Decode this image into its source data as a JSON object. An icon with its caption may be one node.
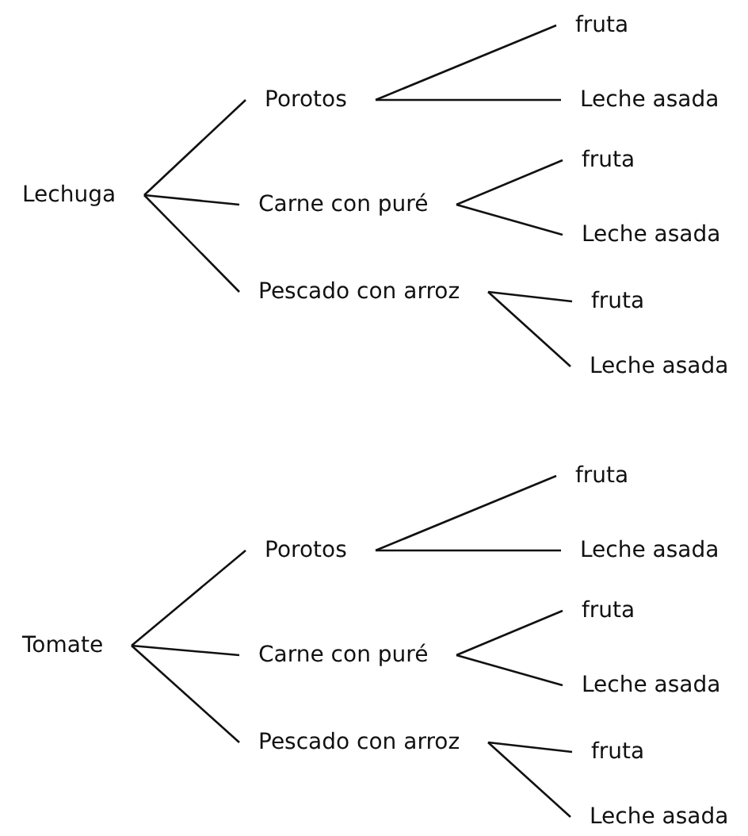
{
  "diagram": {
    "nodes": [
      {
        "text": [
          "Lechuga"
        ]
      },
      {
        "text": [
          "Porotos"
        ]
      },
      {
        "text": [
          "fruta"
        ]
      },
      {
        "text": [
          "Leche asada"
        ]
      },
      {
        "text": [
          "Carne con puré"
        ]
      },
      {
        "text": [
          "fruta"
        ]
      },
      {
        "text": [
          "Leche asada"
        ]
      },
      {
        "text": [
          "Pescado con arroz"
        ]
      },
      {
        "text": [
          "fruta"
        ]
      },
      {
        "text": [
          "Leche asada"
        ]
      },
      {
        "text": [
          "Tomate"
        ]
      },
      {
        "text": [
          "Porotos"
        ]
      },
      {
        "text": [
          "fruta"
        ]
      },
      {
        "text": [
          "Leche asada"
        ]
      },
      {
        "text": [
          "Carne con puré"
        ]
      },
      {
        "text": [
          "fruta"
        ]
      },
      {
        "text": [
          "Leche asada"
        ]
      },
      {
        "text": [
          "Pescado con arroz"
        ]
      },
      {
        "text": [
          "fruta"
        ]
      },
      {
        "text": [
          "Leche asada"
        ]
      }
    ],
    "edges": [
      {
        "from": 0,
        "to": 1,
        "arrow": "none"
      },
      {
        "from": 0,
        "to": 4,
        "arrow": "none"
      },
      {
        "from": 0,
        "to": 7,
        "arrow": "none"
      },
      {
        "from": 1,
        "to": 2,
        "arrow": "none"
      },
      {
        "from": 1,
        "to": 3,
        "arrow": "none"
      },
      {
        "from": 4,
        "to": 5,
        "arrow": "none"
      },
      {
        "from": 4,
        "to": 6,
        "arrow": "none"
      },
      {
        "from": 7,
        "to": 8,
        "arrow": "none"
      },
      {
        "from": 7,
        "to": 9,
        "arrow": "none"
      },
      {
        "from": 10,
        "to": 11,
        "arrow": "none"
      },
      {
        "from": 10,
        "to": 14,
        "arrow": "none"
      },
      {
        "from": 10,
        "to": 17,
        "arrow": "none"
      },
      {
        "from": 11,
        "to": 12,
        "arrow": "none"
      },
      {
        "from": 11,
        "to": 13,
        "arrow": "none"
      },
      {
        "from": 14,
        "to": 15,
        "arrow": "none"
      },
      {
        "from": 14,
        "to": 16,
        "arrow": "none"
      },
      {
        "from": 17,
        "to": 18,
        "arrow": "none"
      },
      {
        "from": 17,
        "to": 19,
        "arrow": "none"
      }
    ]
  }
}
